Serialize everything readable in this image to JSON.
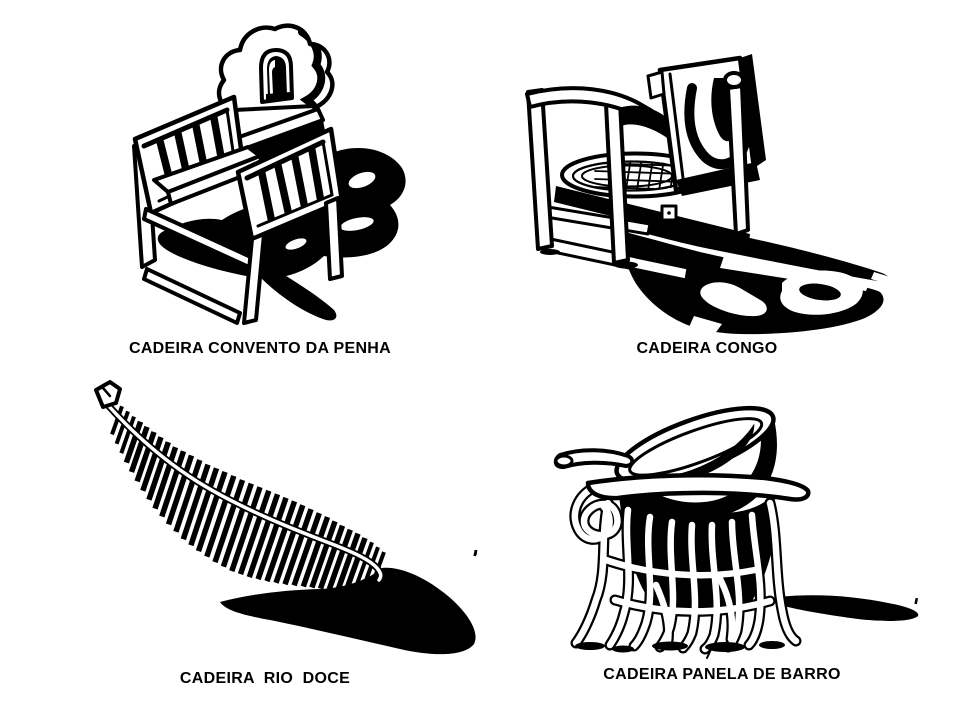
{
  "page": {
    "background_color": "#ffffff",
    "ink_color": "#000000"
  },
  "figures": [
    {
      "name": "cadeira-convento-da-penha",
      "caption": "CADEIRA CONVENTO DA PENHA"
    },
    {
      "name": "cadeira-congo",
      "caption": "CADEIRA CONGO"
    },
    {
      "name": "cadeira-rio-doce",
      "caption": "CADEIRA  RIO  DOCE"
    },
    {
      "name": "cadeira-panela-de-barro",
      "caption": "CADEIRA PANELA DE BARRO"
    }
  ]
}
